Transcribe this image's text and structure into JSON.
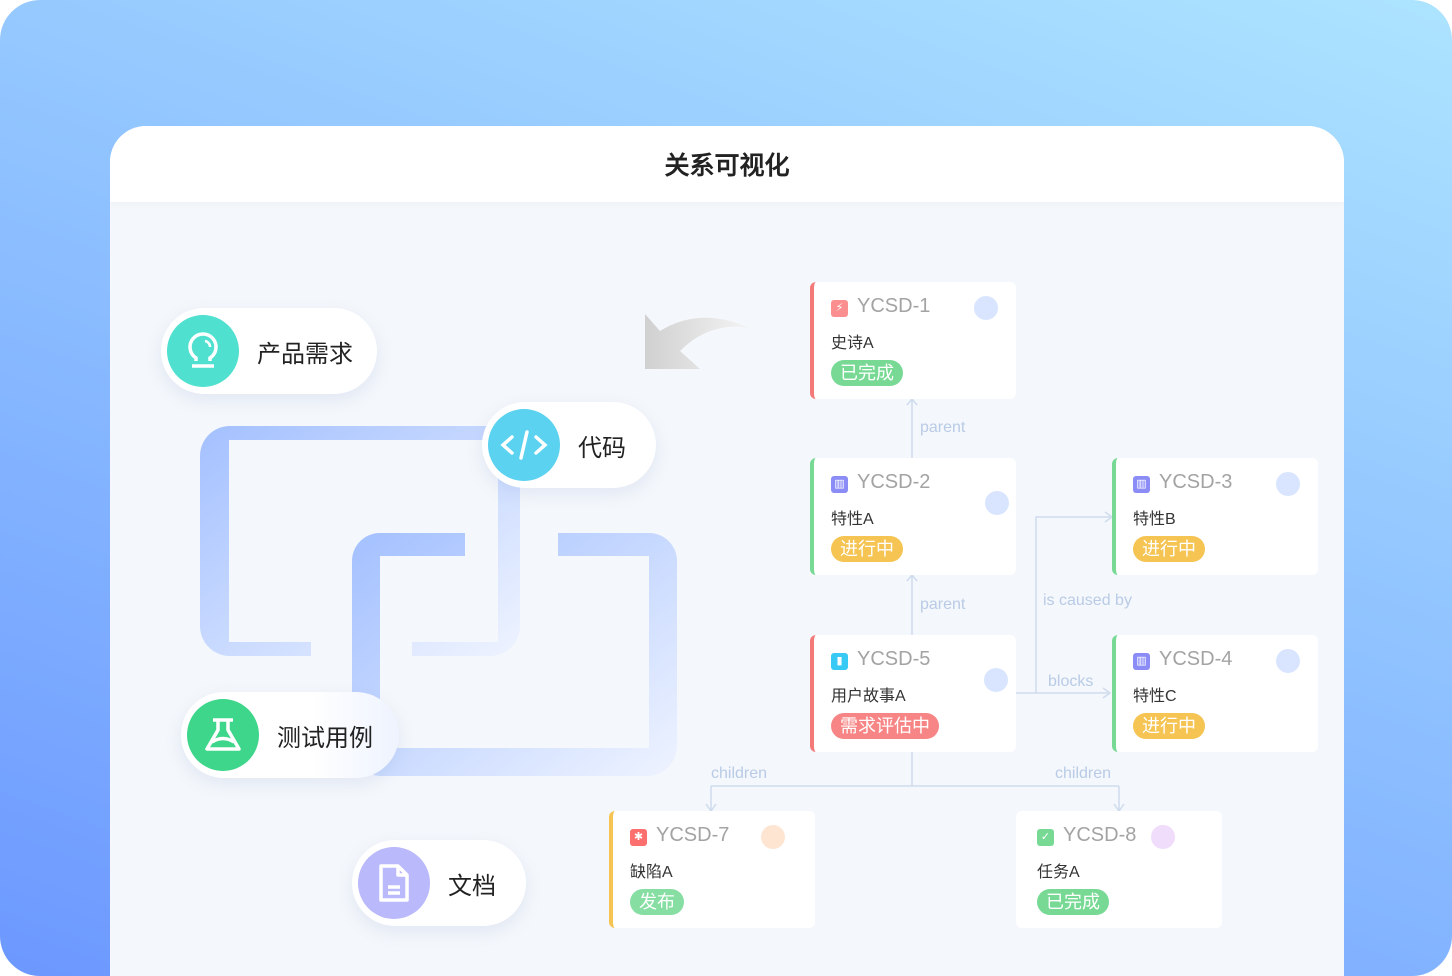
{
  "title": "关系可视化",
  "pills": [
    {
      "label": "产品需求",
      "icon": "lightbulb-icon",
      "color": "#4fe0cf"
    },
    {
      "label": "代码",
      "icon": "code-icon",
      "color": "#5ad2f0"
    },
    {
      "label": "测试用例",
      "icon": "flask-icon",
      "color": "#3ed68a"
    },
    {
      "label": "文档",
      "icon": "document-icon",
      "color": "#b9b9fb"
    }
  ],
  "cards": [
    {
      "id": "YCSD-1",
      "title": "史诗A",
      "status": "已完成",
      "type_icon": "epic-icon",
      "icon_color": "#fb8f8f",
      "bar": "#f47a7a",
      "tag": "#78d995",
      "dot": "#d9e5ff"
    },
    {
      "id": "YCSD-2",
      "title": "特性A",
      "status": "进行中",
      "type_icon": "feature-icon",
      "icon_color": "#8b8cf5",
      "bar": "#78d995",
      "tag": "#f5c452",
      "dot": "#d9e5ff"
    },
    {
      "id": "YCSD-3",
      "title": "特性B",
      "status": "进行中",
      "type_icon": "feature-icon",
      "icon_color": "#8b8cf5",
      "bar": "#78d995",
      "tag": "#f5c452",
      "dot": "#d9e5ff"
    },
    {
      "id": "YCSD-5",
      "title": "用户故事A",
      "status": "需求评估中",
      "type_icon": "story-icon",
      "icon_color": "#38c9f5",
      "bar": "#f47a7a",
      "tag": "#f78585",
      "dot": "#d9e5ff"
    },
    {
      "id": "YCSD-4",
      "title": "特性C",
      "status": "进行中",
      "type_icon": "feature-icon",
      "icon_color": "#8b8cf5",
      "bar": "#78d995",
      "tag": "#f5c452",
      "dot": "#d9e5ff"
    },
    {
      "id": "YCSD-7",
      "title": "缺陷A",
      "status": "发布",
      "type_icon": "bug-icon",
      "icon_color": "#fb6f6f",
      "bar": "#f5c452",
      "tag": "#86dea2",
      "dot": "#fde5d2"
    },
    {
      "id": "YCSD-8",
      "title": "任务A",
      "status": "已完成",
      "type_icon": "task-icon",
      "icon_color": "#78d995",
      "bar": "#ffffff",
      "tag": "#78d995",
      "dot": "#f0dcfb"
    }
  ],
  "relations": {
    "parent1": "parent",
    "parent2": "parent",
    "caused": "is caused by",
    "blocks": "blocks",
    "children1": "children",
    "children2": "children"
  }
}
